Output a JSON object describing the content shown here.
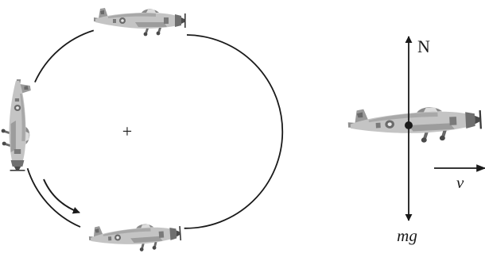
{
  "labels": {
    "normal_force": "N",
    "weight": "mg",
    "velocity": "v",
    "center_mark": "+"
  },
  "colors": {
    "ink": "#1a1a1a",
    "plane_light": "#bdbdbd",
    "plane_mid": "#8f8f8f",
    "plane_dark": "#5a5a5a",
    "background": "#ffffff"
  },
  "icons": {
    "plane": "fighter-plane-icon",
    "rotation": "clockwise-arrow-icon",
    "body_dot": "point-mass-dot"
  }
}
